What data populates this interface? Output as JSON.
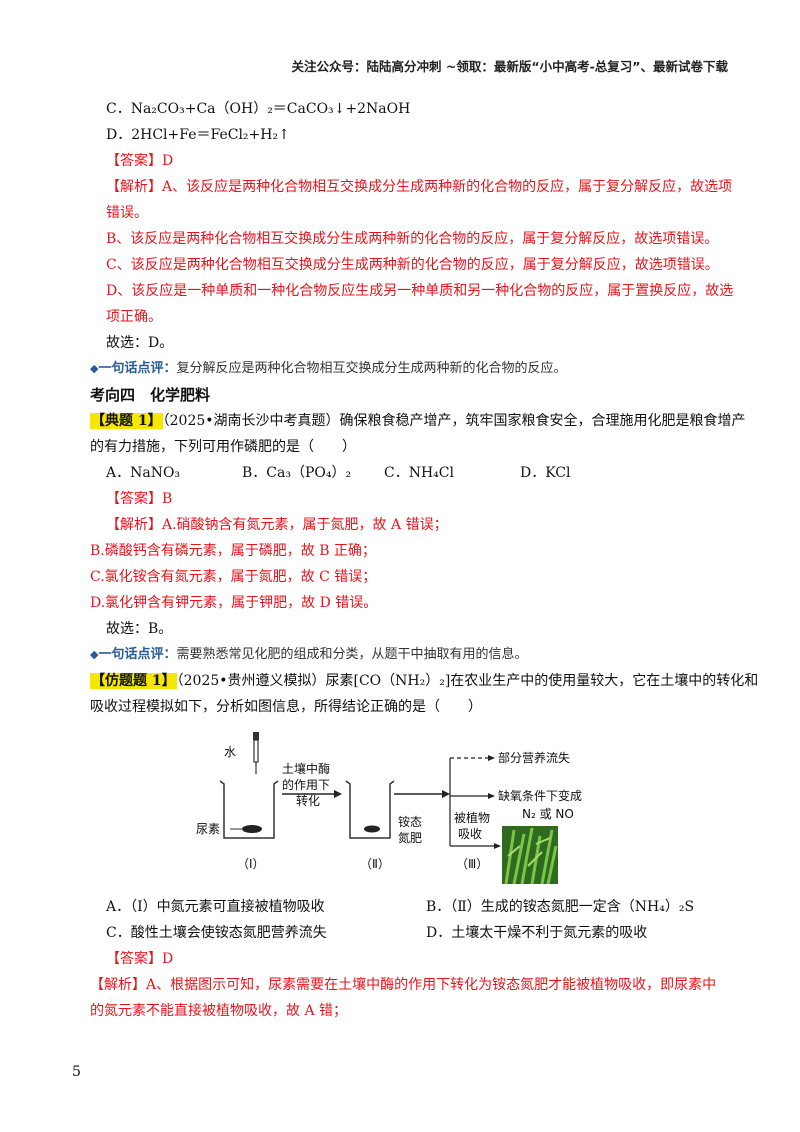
{
  "header": "关注公众号：陆陆高分冲刺  ~领取：最新版“小中高考-总复习”、最新试卷下载",
  "lines_top": {
    "optC": "C．Na₂CO₃+Ca（OH）₂＝CaCO₃↓+2NaOH",
    "optD": "D．2HCl+Fe＝FeCl₂+H₂↑",
    "answer": "【答案】D",
    "an1": "【解析】A、该反应是两种化合物相互交换成分生成两种新的化合物的反应，属于复分解反应，故选项",
    "an1b": "错误。",
    "an2": "B、该反应是两种化合物相互交换成分生成两种新的化合物的反应，属于复分解反应，故选项错误。",
    "an3": "C、该反应是两种化合物相互交换成分生成两种新的化合物的反应，属于复分解反应，故选项错误。",
    "an4": "D、该反应是一种单质和一种化合物反应生成另一种单质和另一种化合物的反应，属于置换反应，故选",
    "an4b": "项正确。",
    "choose": "故选：D。",
    "comment_label": "一句话点评：",
    "comment": "复分解反应是两种化合物相互交换成分生成两种新的化合物的反应。"
  },
  "section_title": "考向四　化学肥料",
  "q1": {
    "tag": "【典题 1】",
    "stem1": "（2025•湖南长沙中考真题）确保粮食稳产增产，筑牢国家粮食安全，合理施用化肥是粮食增产",
    "stem2": "的有力措施，下列可用作磷肥的是（　　）",
    "options": [
      "A．NaNO₃",
      "B．Ca₃（PO₄）₂",
      "C．NH₄Cl",
      "D．KCl"
    ],
    "answer": "【答案】B",
    "an1": "【解析】A.硝酸钠含有氮元素，属于氮肥，故 A 错误；",
    "an2": "B.磷酸钙含有磷元素，属于磷肥，故 B 正确；",
    "an3": "C.氯化铵含有氮元素，属于氮肥，故 C 错误；",
    "an4": "D.氯化钾含有钾元素，属于钾肥，故 D 错误。",
    "choose": "故选：B。",
    "comment_label": "一句话点评：",
    "comment": "需要熟悉常见化肥的组成和分类，从题干中抽取有用的信息。"
  },
  "q2": {
    "tag": "【仿题题 1】",
    "stem1": "（2025•贵州遵义模拟）尿素[CO（NH₂）₂]在农业生产中的使用量较大，它在土壤中的转化和",
    "stem2": "吸收过程模拟如下，分析如图信息，所得结论正确的是（　　）",
    "options": [
      "A．（Ⅰ）中氮元素可直接被植物吸收",
      "B．（Ⅱ）生成的铵态氮肥一定含（NH₄）₂S",
      "C．酸性土壤会使铵态氮肥营养流失",
      "D．土壤太干燥不利于氮元素的吸收"
    ],
    "answer": "【答案】D",
    "an1": "【解析】A、根据图示可知，尿素需要在土壤中酶的作用下转化为铵态氮肥才能被植物吸收，即尿素中",
    "an2": "的氮元素不能直接被植物吸收，故 A 错；"
  },
  "diagram": {
    "water": "水",
    "urea": "尿素",
    "enzyme1": "土壤中酶",
    "enzyme2": "的作用下",
    "enzyme3": "转化",
    "ammonium1": "铵态",
    "ammonium2": "氮肥",
    "absorbed1": "被植物",
    "absorbed2": "吸收",
    "loss": "部分营养流失",
    "anoxic": "缺氧条件下变成",
    "gas": "N₂ 或 NO",
    "label1": "（Ⅰ）",
    "label2": "（Ⅱ）",
    "label3": "（Ⅲ）"
  },
  "page_number": "5"
}
